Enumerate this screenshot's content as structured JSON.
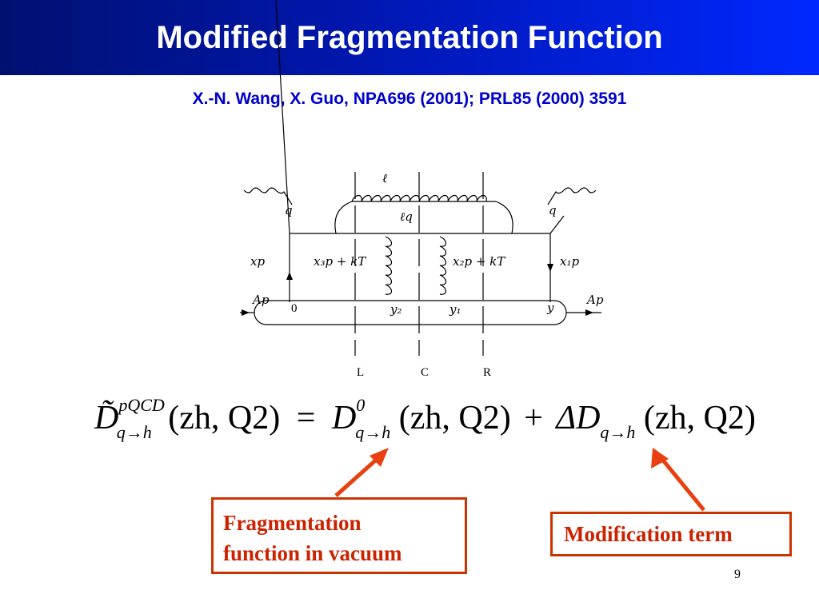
{
  "title": "Modified Fragmentation Function",
  "subtitle": "X.-N. Wang, X. Guo, NPA696 (2001); PRL85 (2000) 3591",
  "diagram": {
    "labels": {
      "ell": "ℓ",
      "ell_q": "ℓq",
      "q_left": "q",
      "q_right": "q",
      "xp": "xp",
      "x3p": "x₃p + kT",
      "x2p": "x₂p + kT",
      "x1p": "x₁p",
      "Ap_left": "Ap",
      "Ap_right": "Ap",
      "zero": "0",
      "y2": "y₂",
      "y1": "y₁",
      "y": "y",
      "cut_L": "L",
      "cut_C": "C",
      "cut_R": "R"
    }
  },
  "equation": {
    "lhs": "D̃",
    "lhs_sup": "pQCD",
    "lhs_sub": "q→h",
    "args": "(zh, Q2)",
    "equals": "=",
    "term1": "D",
    "term1_sup": "0",
    "term1_sub": "q→h",
    "plus": "+",
    "term2": "ΔD",
    "term2_sub": "q→h"
  },
  "callouts": {
    "vacuum_line1": "Fragmentation",
    "vacuum_line2": "function in vacuum",
    "modification": "Modification term"
  },
  "colors": {
    "arrow": "#e84010",
    "box_border": "#cc3300",
    "text_red": "#cc2200"
  },
  "page_number": "9"
}
